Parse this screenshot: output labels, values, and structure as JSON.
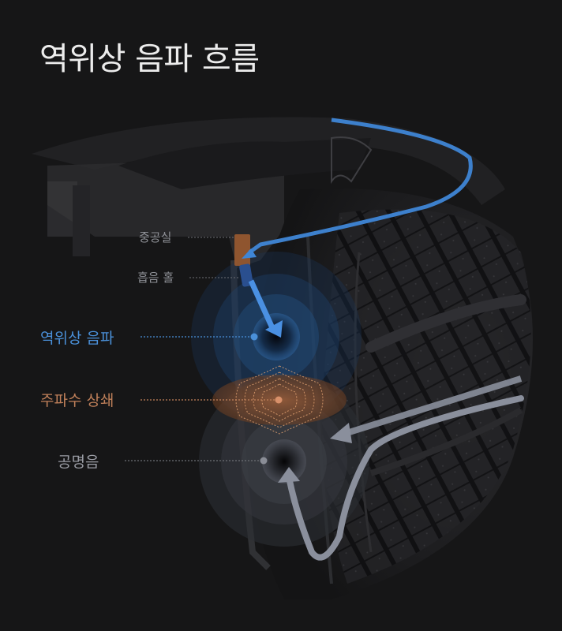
{
  "title": "역위상 음파 흐름",
  "labels": {
    "hollow_chamber": "중공실",
    "absorption_hole": "흡음 홀",
    "anti_phase_wave": "역위상 음파",
    "frequency_cancel": "주파수 상쇄",
    "resonance_noise": "공명음"
  },
  "colors": {
    "background": "#161617",
    "title": "#ececec",
    "anti_phase_wave": "#4a90d9",
    "frequency_cancel": "#c0805a",
    "resonance_noise": "#9a9ca4",
    "small_label": "#8e9096",
    "chamber": "#9a5a30",
    "flow_blue": "#3f86d6",
    "flow_grey": "#8a8f9c"
  },
  "icons": {
    "blue_flow_arrow": "curved-arrow-icon",
    "grey_flow_arrow": "curved-arrow-icon",
    "wave_rings": "concentric-rings-icon",
    "cancel_pattern": "wavy-rings-icon"
  }
}
